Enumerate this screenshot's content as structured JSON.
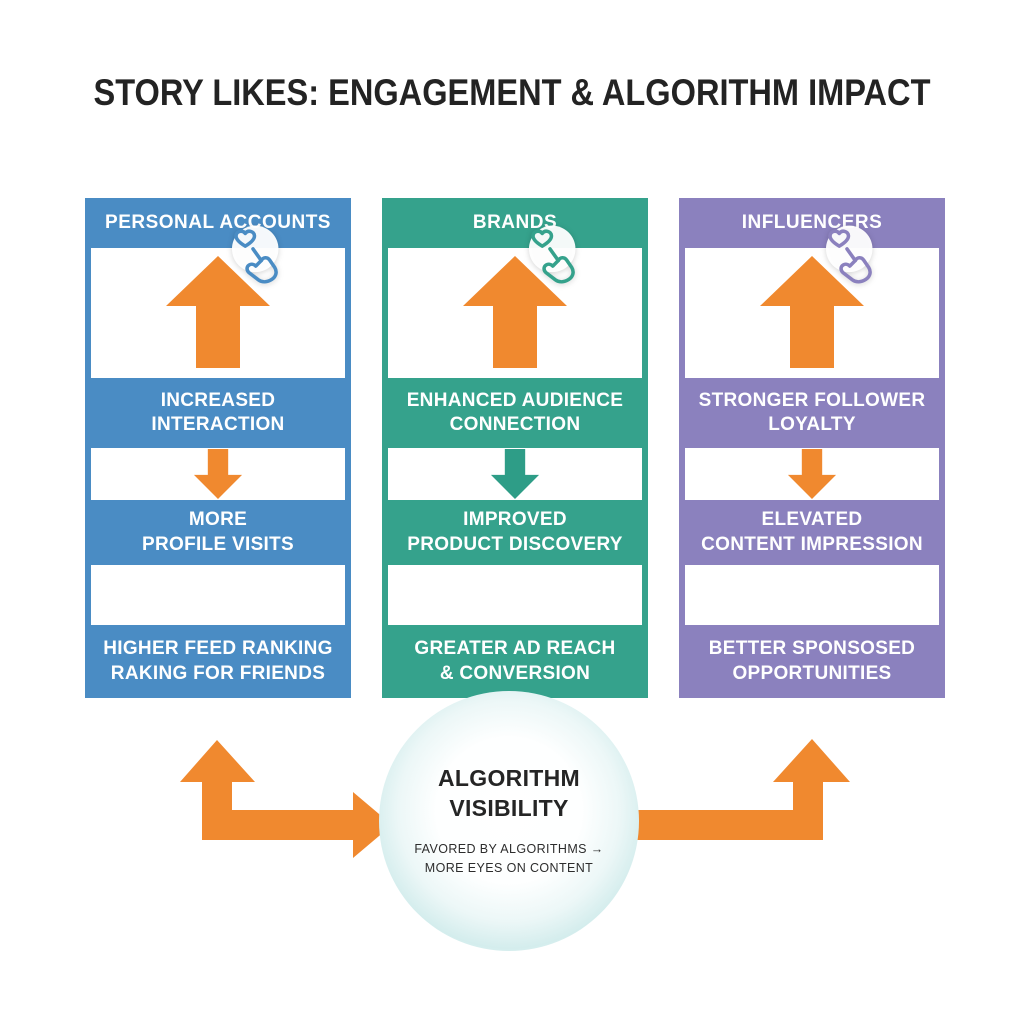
{
  "title": "STORY LIKES: ENGAGEMENT & ALGORITHM IMPACT",
  "colors": {
    "blue": "#4A8CC4",
    "teal": "#35A28C",
    "purple": "#8B81BE",
    "orange": "#F0892F",
    "teal_arrow": "#2E9D87",
    "text_dark": "#232323",
    "circle_glow": "#D4EDED"
  },
  "columns": [
    {
      "header": "PERSONAL ACCOUNTS",
      "accent": "#4A8CC4",
      "up_arrow_color": "#F0892F",
      "down_arrow_color": "#F0892F",
      "steps": [
        "INCREASED\nINTERACTION",
        "MORE\nPROFILE VISITS",
        "HIGHER FEED RANKING\nRAKING FOR FRIENDS"
      ]
    },
    {
      "header": "BRANDS",
      "accent": "#35A28C",
      "up_arrow_color": "#F0892F",
      "down_arrow_color": "#2E9D87",
      "steps": [
        "ENHANCED AUDIENCE\nCONNECTION",
        "IMPROVED\nPRODUCT DISCOVERY",
        "GREATER AD REACH\n& CONVERSION"
      ]
    },
    {
      "header": "INFLUENCERS",
      "accent": "#8B81BE",
      "up_arrow_color": "#F0892F",
      "down_arrow_color": "#F0892F",
      "steps": [
        "STRONGER FOLLOWER\nLOYALTY",
        "ELEVATED\nCONTENT IMPRESSION",
        "BETTER SPONSOSED\nOPPORTUNITIES"
      ]
    }
  ],
  "center": {
    "title": "ALGORITHM\nVISIBILITY",
    "subtitle": "FAVORED BY ALGORITHMS →\nMORE EYES ON CONTENT"
  }
}
